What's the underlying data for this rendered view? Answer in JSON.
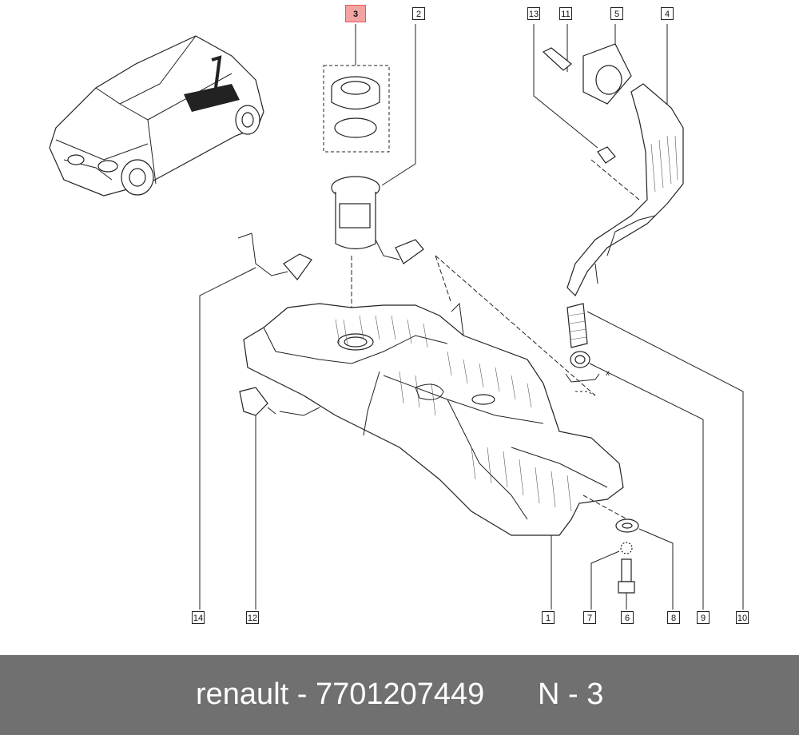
{
  "callouts": [
    {
      "id": "c3",
      "label": "3",
      "highlight": true
    },
    {
      "id": "c2",
      "label": "2"
    },
    {
      "id": "c13",
      "label": "13"
    },
    {
      "id": "c11",
      "label": "11"
    },
    {
      "id": "c5",
      "label": "5"
    },
    {
      "id": "c4",
      "label": "4"
    },
    {
      "id": "c14",
      "label": "14"
    },
    {
      "id": "c12",
      "label": "12"
    },
    {
      "id": "c1",
      "label": "1"
    },
    {
      "id": "c7",
      "label": "7"
    },
    {
      "id": "c6",
      "label": "6"
    },
    {
      "id": "c8",
      "label": "8"
    },
    {
      "id": "c9",
      "label": "9"
    },
    {
      "id": "c10",
      "label": "10"
    }
  ],
  "dimension_label": "x",
  "footer": {
    "brand_part": "renault - 7701207449",
    "ref": "N - 3"
  },
  "colors": {
    "highlight": "#f4a3a3",
    "footer_bg": "#707070",
    "footer_text": "#ffffff"
  }
}
